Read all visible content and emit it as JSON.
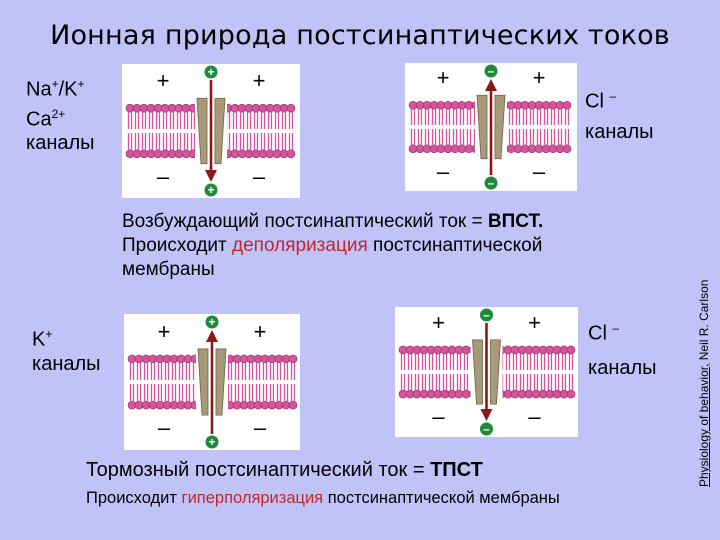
{
  "title": "Ионная природа постсинаптических токов",
  "labels": {
    "nak": {
      "pre": "Na",
      "sup1": "+",
      "mid": "/K",
      "sup2": "+"
    },
    "ca": {
      "pre": "Ca",
      "sup": "2+"
    },
    "channels": "каналы",
    "cl_top": "Cl",
    "cl_sup": "–",
    "k": {
      "pre": "K",
      "sup": "+"
    }
  },
  "diagram_signs": {
    "plus": "+",
    "minus": "–"
  },
  "epsc": {
    "line1_prefix": "Возбуждающий постсинаптический ток = ",
    "line1_bold": "ВПСТ.",
    "line2_prefix": "Происходит ",
    "line2_highlight": "деполяризация",
    "line2_suffix": " постсинаптической",
    "line3": "мембраны"
  },
  "ipsc": {
    "line1_prefix": "Тормозный постсинаптический ток = ",
    "line1_bold": "ТПСТ",
    "line2_prefix": "Происходит ",
    "line2_highlight": "гиперполяризация",
    "line2_suffix": " постсинаптической мембраны"
  },
  "credit": {
    "book": "Physiology of behavior,",
    "author": " Neil R. Carlson"
  },
  "colors": {
    "background": "#bfc3f7",
    "lipid": "#d6549c",
    "channel": "#a89a78",
    "arrow": "#8b1a16",
    "ion_badge": "#1f8a3a",
    "highlight": "#c0282e"
  }
}
